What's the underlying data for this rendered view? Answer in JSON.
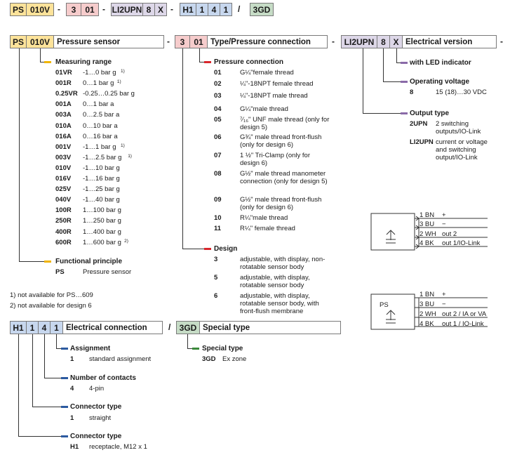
{
  "code_bar": {
    "ps": "PS",
    "pr": "010V",
    "d1": "-",
    "des": "3",
    "con": "01",
    "d2": "-",
    "out": "LI2UPN",
    "volt": "8",
    "led": "X",
    "d3": "-",
    "h1": "H1",
    "a1": "1",
    "a4": "4",
    "a1b": "1",
    "slash": "/",
    "sp": "3GD"
  },
  "header1": {
    "ps": "PS",
    "pr": "010V",
    "label": "Pressure sensor",
    "d1": "-",
    "des": "3",
    "con": "01",
    "label2": "Type/Pressure connection",
    "d2": "-",
    "out": "LI2UPN",
    "volt": "8",
    "led": "X",
    "label3": "Electrical version",
    "d3": "-"
  },
  "measuring": {
    "title": "Measuring range",
    "rows": [
      {
        "code": "01VR",
        "val": "-1…0 bar g",
        "note": "1)"
      },
      {
        "code": "001R",
        "val": "0…1 bar g",
        "note": "1)"
      },
      {
        "code": "0.25VR",
        "val": "-0.25…0.25 bar g",
        "note": ""
      },
      {
        "code": "001A",
        "val": "0…1 bar a",
        "note": ""
      },
      {
        "code": "003A",
        "val": "0…2.5 bar a",
        "note": ""
      },
      {
        "code": "010A",
        "val": "0…10 bar a",
        "note": ""
      },
      {
        "code": "016A",
        "val": "0…16 bar a",
        "note": ""
      },
      {
        "code": "001V",
        "val": "-1…1 bar g",
        "note": "1)"
      },
      {
        "code": "003V",
        "val": "-1…2.5 bar g",
        "note": "1)"
      },
      {
        "code": "010V",
        "val": "-1…10 bar g",
        "note": ""
      },
      {
        "code": "016V",
        "val": "-1…16 bar g",
        "note": ""
      },
      {
        "code": "025V",
        "val": "-1…25 bar g",
        "note": ""
      },
      {
        "code": "040V",
        "val": "-1…40 bar g",
        "note": ""
      },
      {
        "code": "100R",
        "val": "1…100 bar g",
        "note": ""
      },
      {
        "code": "250R",
        "val": "1…250 bar g",
        "note": ""
      },
      {
        "code": "400R",
        "val": "1…400 bar g",
        "note": ""
      },
      {
        "code": "600R",
        "val": "1…600 bar g",
        "note": "2)"
      }
    ]
  },
  "functional": {
    "title": "Functional principle",
    "code": "PS",
    "val": "Pressure sensor"
  },
  "footnotes": [
    "1) not available for PS…609",
    "2) not available for design 6"
  ],
  "pressure_connection": {
    "title": "Pressure connection",
    "rows": [
      {
        "code": "01",
        "val": "G¼\"female thread"
      },
      {
        "code": "02",
        "val": "¼\"-18NPT female thread"
      },
      {
        "code": "03",
        "val": "¼\"-18NPT male thread"
      },
      {
        "code": "04",
        "val": "G¼\"male thread"
      },
      {
        "code": "05",
        "val": "⁷⁄₁₆\" UNF male thread (only for design 5)"
      },
      {
        "code": "06",
        "val": "G¾\" male thread front-flush (only for design 6)"
      },
      {
        "code": "07",
        "val": "1 ½\" Tri-Clamp (only for design 6)"
      },
      {
        "code": "08",
        "val": "G½\" male thread manometer connection (only for design 5)"
      },
      {
        "code": "09",
        "val": "G½\" male thread front-flush (only for design 6)"
      },
      {
        "code": "10",
        "val": "R¼\"male thread"
      },
      {
        "code": "11",
        "val": "R¼\" female thread"
      }
    ]
  },
  "design": {
    "title": "Design",
    "rows": [
      {
        "code": "3",
        "val": "adjustable, with display, non-rotatable sensor body"
      },
      {
        "code": "5",
        "val": "adjustable, with display, rotatable sensor body"
      },
      {
        "code": "6",
        "val": "adjustable, with display, rotatable sensor body, with front-flush membrane"
      }
    ]
  },
  "led": {
    "title": "with LED indicator"
  },
  "voltage": {
    "title": "Operating voltage",
    "code": "8",
    "val": "15 (18)…30 VDC"
  },
  "output": {
    "title": "Output type",
    "rows": [
      {
        "code": "2UPN",
        "val": "2 switching outputs/IO-Link"
      },
      {
        "code": "LI2UPN",
        "val": "current or voltage and switching output/IO-Link"
      }
    ]
  },
  "wiring1": {
    "w1": "1 BN",
    "w1v": "+",
    "w2": "3 BU",
    "w2v": "−",
    "w3": "2 WH",
    "w3v": "out 2",
    "w4": "4 BK",
    "w4v": "out 1/IO-Link"
  },
  "wiring2": {
    "label": "PS",
    "w1": "1 BN",
    "w1v": "+",
    "w2": "3 BU",
    "w2v": "−",
    "w3": "2 WH",
    "w3v": "out 2 / IA or VA",
    "w4": "4 BK",
    "w4v": "out 1 / IO-Link"
  },
  "header2": {
    "h1": "H1",
    "a1": "1",
    "a4": "4",
    "a1b": "1",
    "label": "Electrical connection",
    "slash": "/",
    "sp": "3GD",
    "label2": "Special type"
  },
  "assignment": {
    "title": "Assignment",
    "code": "1",
    "val": "standard assignment"
  },
  "contacts": {
    "title": "Number of contacts",
    "code": "4",
    "val": "4-pin"
  },
  "connector_type1": {
    "title": "Connector type",
    "code": "1",
    "val": "straight"
  },
  "connector_type2": {
    "title": "Connector type",
    "code": "H1",
    "val": "receptacle, M12 x 1"
  },
  "special": {
    "title": "Special type",
    "code": "3GD",
    "val": "Ex zone"
  },
  "colors": {
    "yellow": "#fde39a",
    "red": "#f6cccc",
    "purple": "#ddd7e8",
    "blue": "#c7d7ee",
    "green": "#c6dcc6",
    "yellow_mark": "#f0b400",
    "red_mark": "#d9262c",
    "purple_mark": "#8a6aa8",
    "blue_mark": "#2c5aa0",
    "green_mark": "#3a8a3a"
  }
}
